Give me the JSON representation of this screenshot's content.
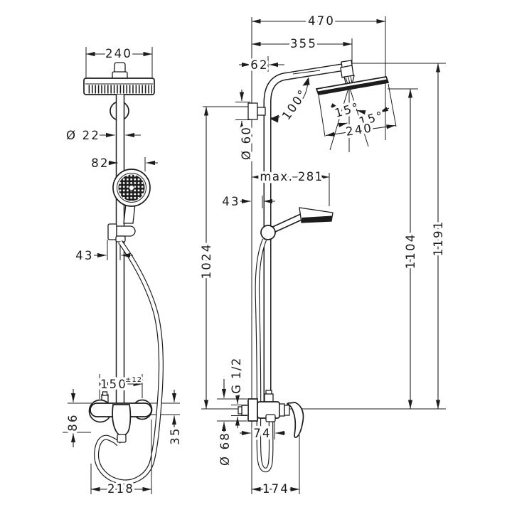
{
  "drawing": {
    "background": "#ffffff",
    "line_color": "#1c1c1c",
    "front_view": {
      "head_width": "240",
      "pipe_diameter": "Ø 22",
      "handshower_offset": "82",
      "hose_offset": "43",
      "mixer_center_distance": "150",
      "mixer_center_tolerance": "±12",
      "mixer_height": "86",
      "outlet_offset": "35",
      "hose_loop_width": "218"
    },
    "side_view": {
      "total_reach": "470",
      "arm_reach": "355",
      "wall_offset": "62",
      "bracket_escutcheon_diameter": "Ø 60",
      "arm_angle": "100°",
      "head_tilt_left": "15°",
      "head_tilt_right": "15°",
      "head_depth": "240",
      "max_reach": "max. 281",
      "bar_wall_offset": "43",
      "bar_height": "1024",
      "head_underside_height": "1104",
      "total_height": "1191",
      "supply_thread": "G 1/2",
      "supply_escutcheon_diameter": "Ø 68",
      "hose_connection_offset": "74",
      "mixer_depth": "174"
    }
  }
}
